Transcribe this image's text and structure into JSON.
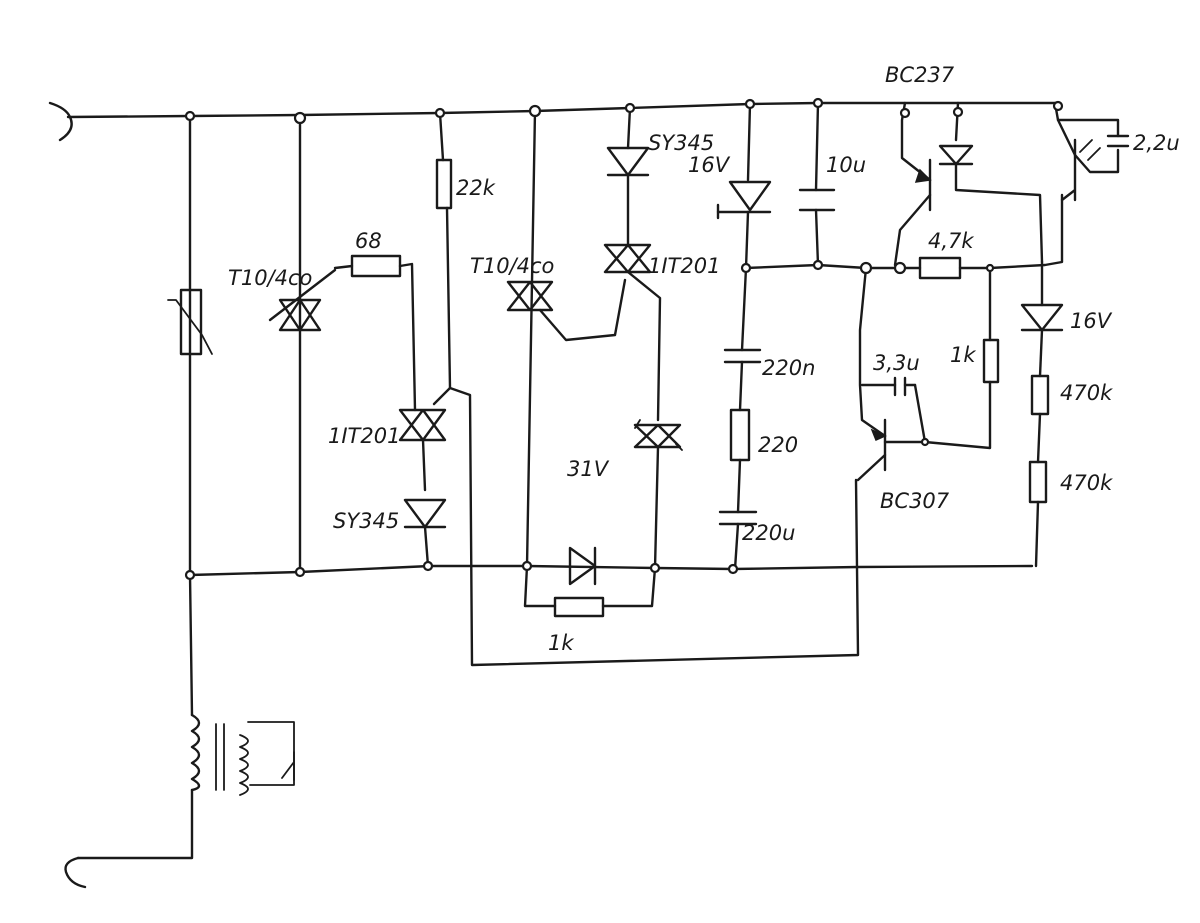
{
  "schematic": {
    "labels": {
      "triac1": "T10/4co",
      "r68": "68",
      "r22k": "22k",
      "diac1": "1IT201",
      "diode_sy345_left": "SY345",
      "triac2": "T10/4co",
      "diode_sy345_top": "SY345",
      "diac2": "1IT201",
      "zener31": "31V",
      "r1k_bottom": "1k",
      "zener16_top": "16V",
      "c10u": "10u",
      "c220n": "220n",
      "r220": "220",
      "c220u": "220u",
      "q_bc237": "BC237",
      "c22u": "2,2u",
      "r47k": "4,7k",
      "c33u": "3,3u",
      "r1k_right": "1k",
      "q_bc307": "BC307",
      "zener16_right": "16V",
      "r470k_a": "470k",
      "r470k_b": "470k"
    }
  }
}
